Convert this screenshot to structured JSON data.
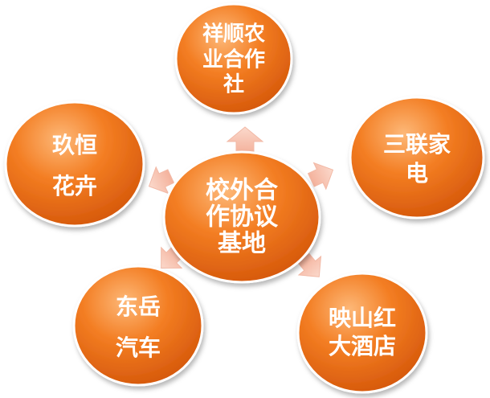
{
  "colors": {
    "node_light": "#fdb878",
    "node_mid": "#f37d22",
    "node_dark": "#d4560a",
    "node_edge": "#ffffff",
    "arrow_fill": "#f8cab8",
    "text": "#ffffff"
  },
  "center": {
    "lines": [
      "校外合",
      "作协议",
      "基地"
    ]
  },
  "nodes": [
    {
      "id": "top",
      "lines": [
        "祥顺农",
        "业合作",
        "社"
      ]
    },
    {
      "id": "right-top",
      "lines": [
        "三联家",
        "电"
      ]
    },
    {
      "id": "right-bottom",
      "lines": [
        "映山红",
        "大酒店"
      ]
    },
    {
      "id": "left-bottom",
      "lines": [
        "东岳",
        "汽车"
      ]
    },
    {
      "id": "left-top",
      "lines": [
        "玖恒",
        "花卉"
      ]
    }
  ]
}
